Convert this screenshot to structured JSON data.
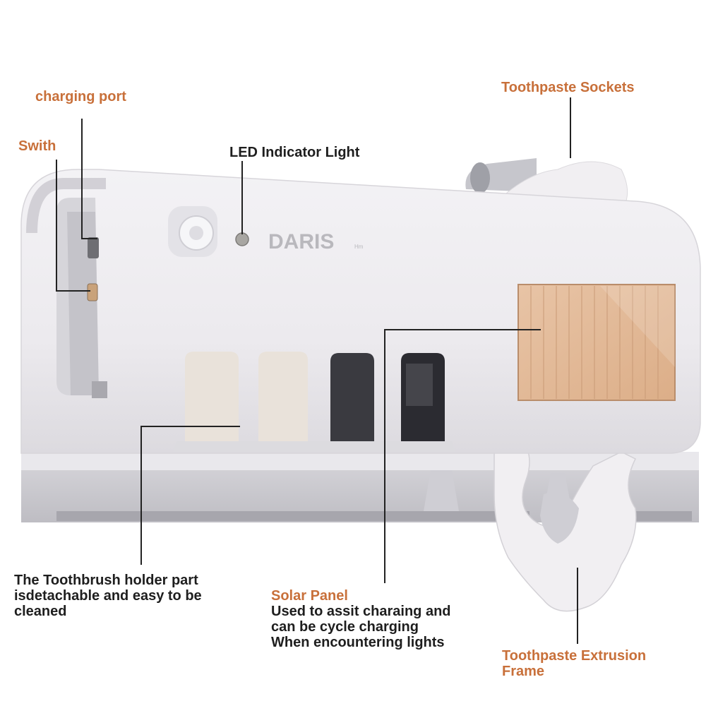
{
  "colors": {
    "accent_label": "#c8703a",
    "body_text": "#1e1e1e",
    "device_body": "#ecebee",
    "solar_panel": "#e2b693",
    "leader_line": "#222222"
  },
  "callouts": {
    "charging_port": "charging port",
    "switch": "Swith",
    "led": "LED Indicator Light",
    "sockets": "Toothpaste Sockets",
    "holder_line1": "The Toothbrush holder part",
    "holder_line2": "isdetachable and easy to be",
    "holder_line3": "cleaned",
    "solar_title": "Solar Panel",
    "solar_line1": "Used to assit charaing and",
    "solar_line2": "can be cycle charging",
    "solar_line3": "When encountering lights",
    "extrusion_line1": "Toothpaste Extrusion",
    "extrusion_line2": "Frame"
  },
  "device": {
    "brand": "DARIS",
    "brand_suffix": "Hm"
  }
}
